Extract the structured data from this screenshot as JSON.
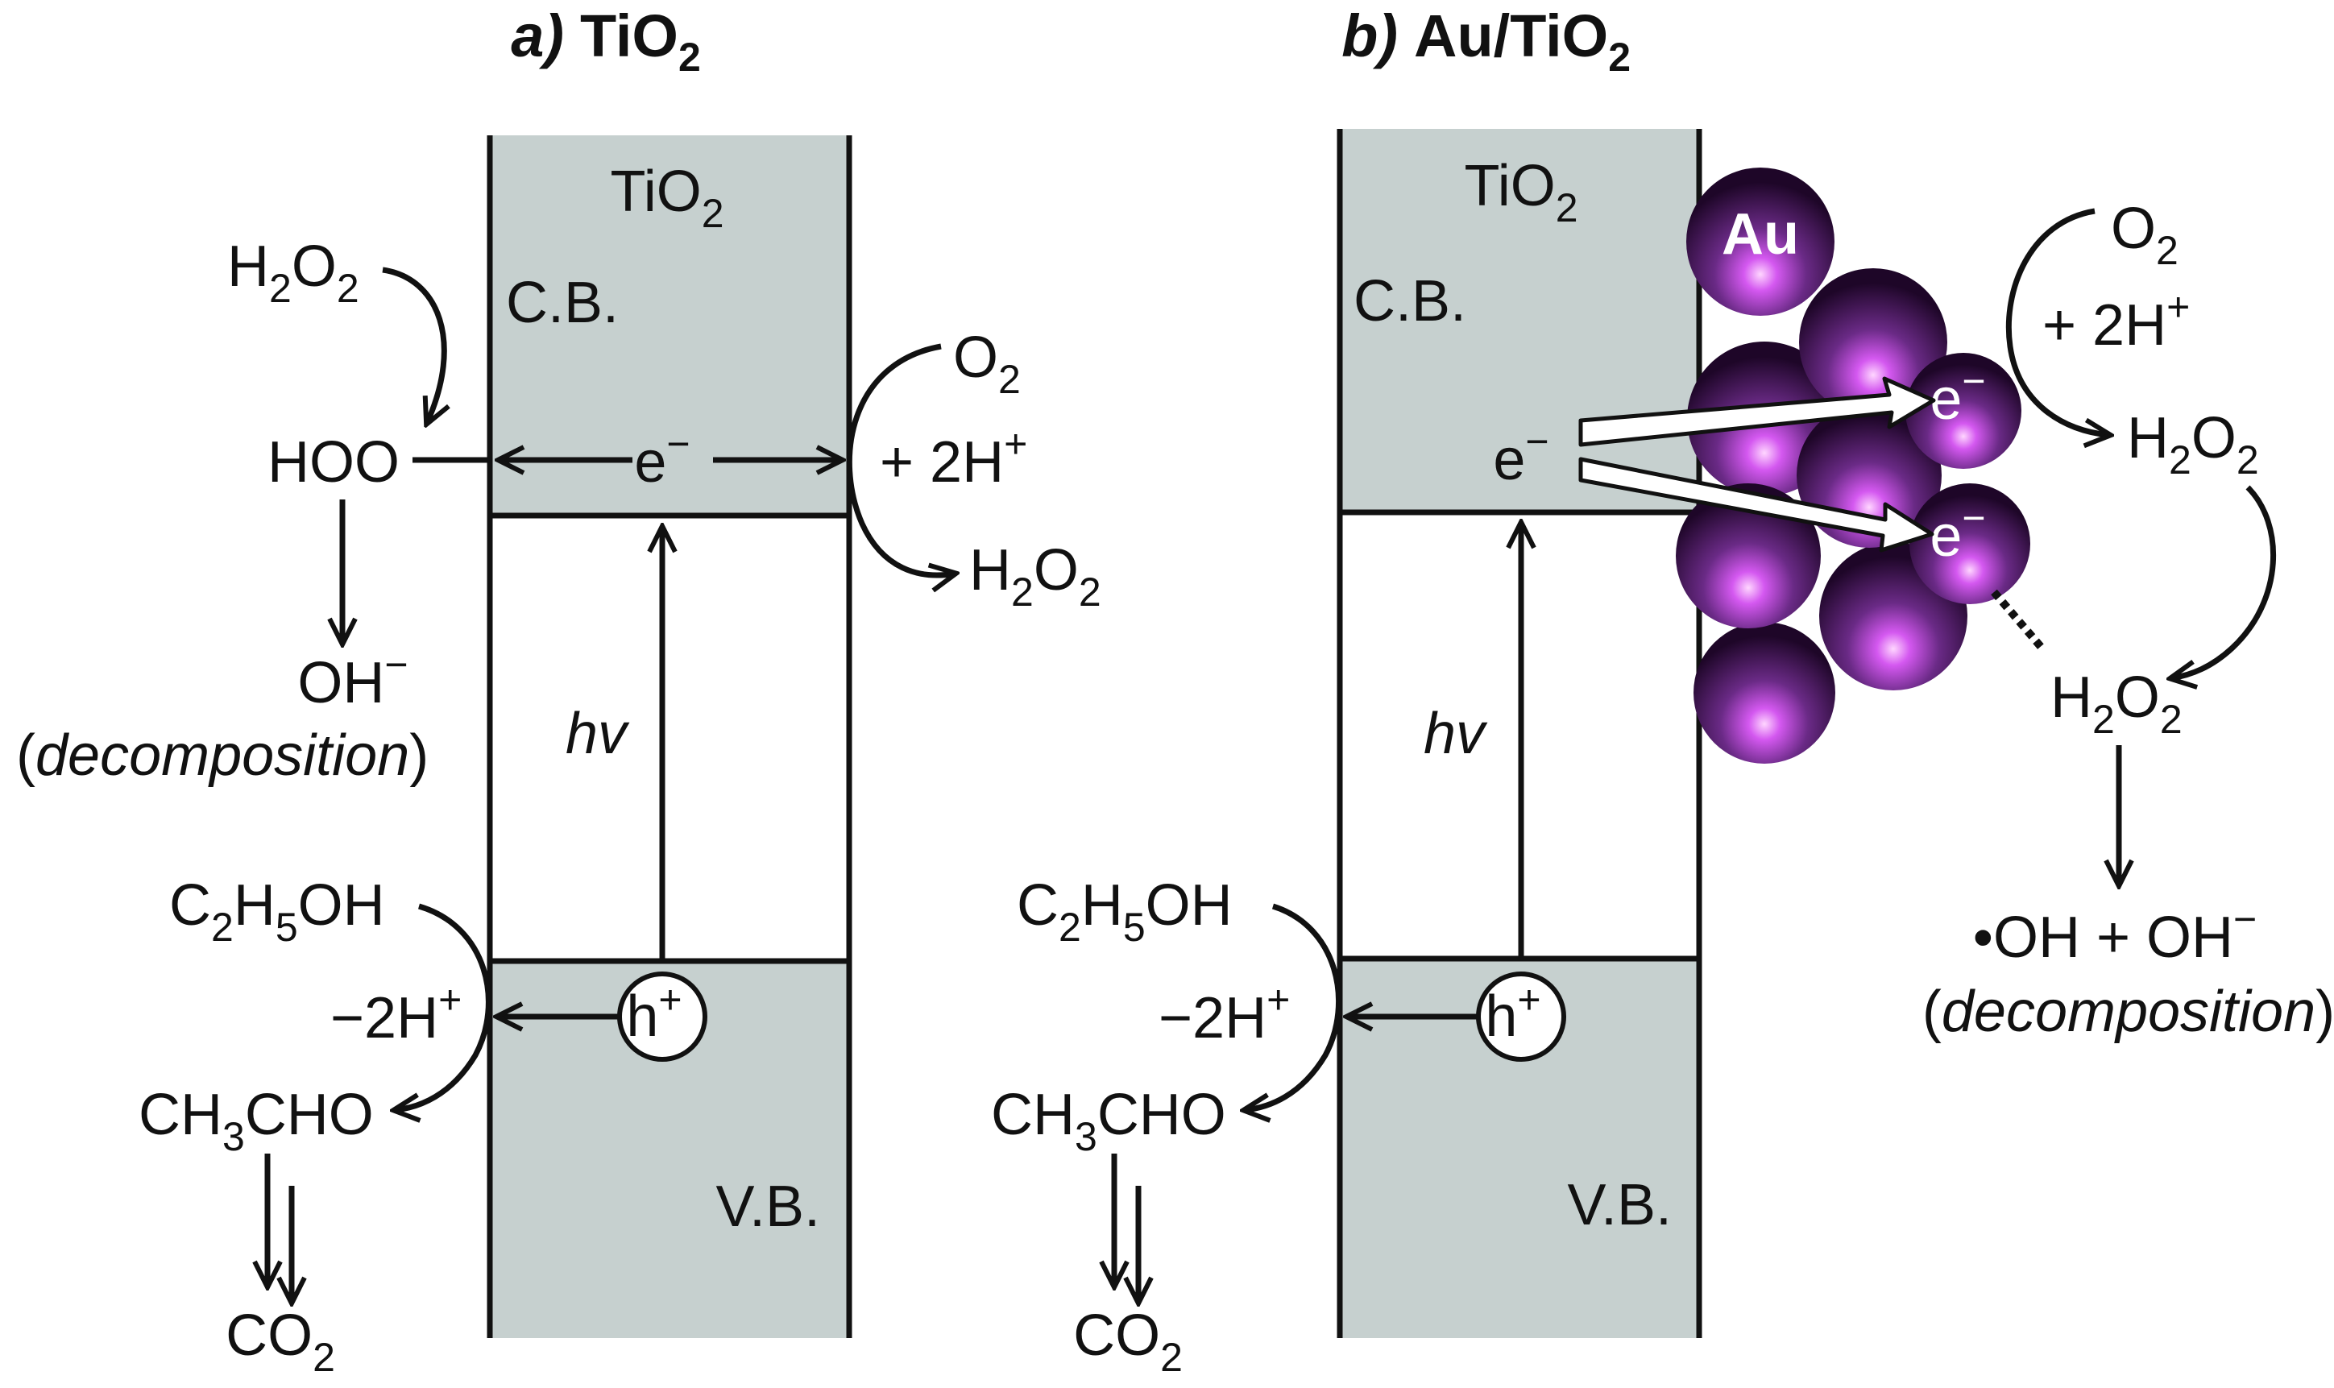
{
  "panel_a": {
    "title": {
      "prefix": "a)",
      "base": "TiO",
      "sub": "2"
    },
    "material": {
      "base": "TiO",
      "sub": "2"
    },
    "cb_label": "C.B.",
    "vb_label": "V.B.",
    "electron": {
      "base": "e",
      "sup": "−"
    },
    "hole": {
      "base": "h",
      "sup": "+"
    },
    "photon": "hv",
    "left_top": {
      "h2o2": {
        "h": "H",
        "s1": "2",
        "o": "O",
        "s2": "2"
      },
      "hoo": "HOO",
      "oh_minus": {
        "base": "OH",
        "sup": "−"
      },
      "decomposition": {
        "open": "(",
        "word": "decomposition",
        "close": ")"
      }
    },
    "right_top": {
      "o2": {
        "base": "O",
        "sub": "2"
      },
      "plus_2h": {
        "base": "+ 2H",
        "sup": "+"
      },
      "h2o2": {
        "h": "H",
        "s1": "2",
        "o": "O",
        "s2": "2"
      }
    },
    "bottom": {
      "ethanol": {
        "a": "C",
        "s1": "2",
        "b": "H",
        "s2": "5",
        "c": "OH"
      },
      "minus_2h": {
        "base": "−2H",
        "sup": "+"
      },
      "acetaldehyde": {
        "a": "CH",
        "s1": "3",
        "b": "CHO"
      },
      "co2": {
        "base": "CO",
        "sub": "2"
      }
    }
  },
  "panel_b": {
    "title": {
      "prefix": "b)",
      "base": "Au/TiO",
      "sub": "2"
    },
    "material": {
      "base": "TiO",
      "sub": "2"
    },
    "cb_label": "C.B.",
    "vb_label": "V.B.",
    "electron": {
      "base": "e",
      "sup": "−"
    },
    "hole": {
      "base": "h",
      "sup": "+"
    },
    "photon": "hv",
    "au_label": "Au",
    "au_electron_1": {
      "base": "e",
      "sup": "−"
    },
    "au_electron_2": {
      "base": "e",
      "sup": "−"
    },
    "right_top": {
      "o2": {
        "base": "O",
        "sub": "2"
      },
      "plus_2h": {
        "base": "+ 2H",
        "sup": "+"
      },
      "h2o2": {
        "h": "H",
        "s1": "2",
        "o": "O",
        "s2": "2"
      },
      "h2o2_adsorbed": {
        "h": "H",
        "s1": "2",
        "o": "O",
        "s2": "2"
      },
      "products": {
        "base": "•OH + OH",
        "sup": "−"
      },
      "decomposition": {
        "open": "(",
        "word": "decomposition",
        "close": ")"
      }
    },
    "bottom": {
      "ethanol": {
        "a": "C",
        "s1": "2",
        "b": "H",
        "s2": "5",
        "c": "OH"
      },
      "minus_2h": {
        "base": "−2H",
        "sup": "+"
      },
      "acetaldehyde": {
        "a": "CH",
        "s1": "3",
        "b": "CHO"
      },
      "co2": {
        "base": "CO",
        "sub": "2"
      }
    }
  },
  "colors": {
    "band_fill": "#c6d0cf",
    "gold_dark": "#1e0628",
    "gold_mid": "#6a2a86",
    "gold_highlight": "#e070ff",
    "line": "#111111"
  }
}
